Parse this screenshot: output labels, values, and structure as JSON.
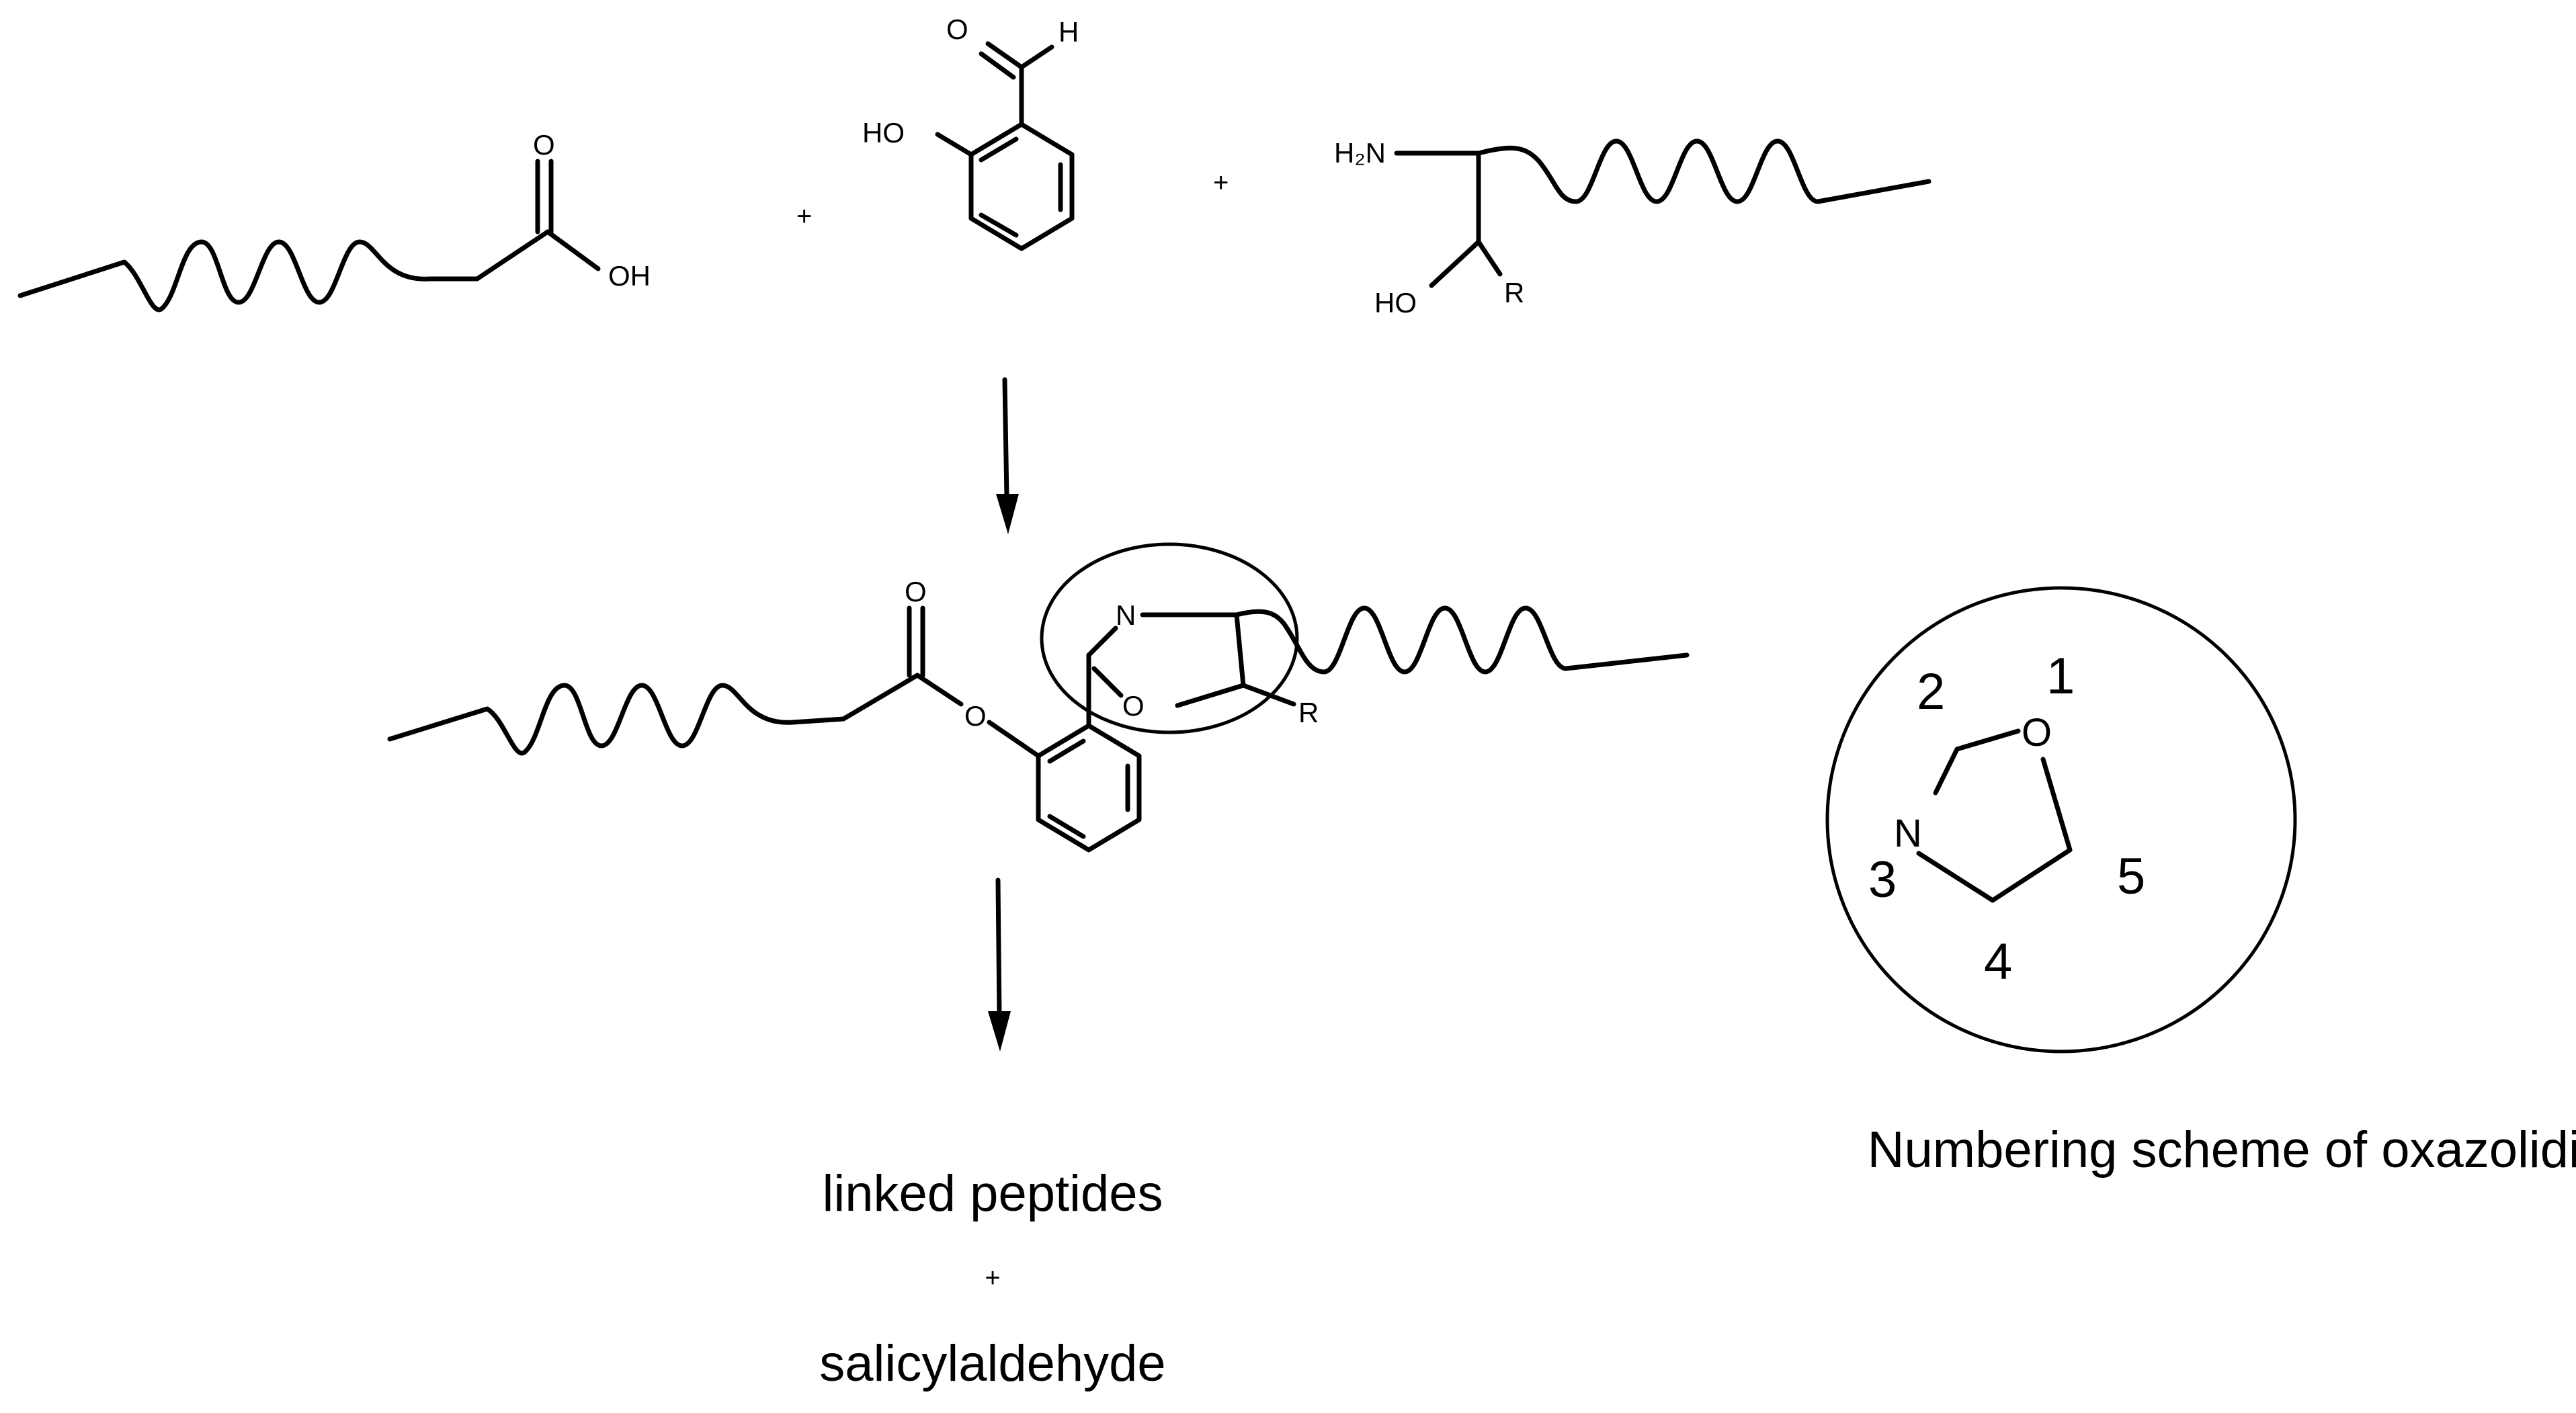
{
  "atoms": {
    "acid_O": "O",
    "acid_OH": "OH",
    "ald_H": "H",
    "ald_HO": "HO",
    "amine_H2N": "H₂N",
    "amine_HO": "HO",
    "amine_R": "R",
    "prod_O_carbonyl": "O",
    "prod_O_ester": "O",
    "prod_N": "N",
    "prod_O_ring": "O",
    "prod_R": "R",
    "inset_N": "N",
    "inset_O": "O"
  },
  "plus_signs": [
    "+",
    "+",
    "+"
  ],
  "ring_numbers": [
    "1",
    "2",
    "3",
    "4",
    "5"
  ],
  "products": {
    "line1": "linked peptides",
    "plus": "+",
    "line2": "salicylaldehyde"
  },
  "inset_caption": "Numbering scheme of oxazolidine ring"
}
